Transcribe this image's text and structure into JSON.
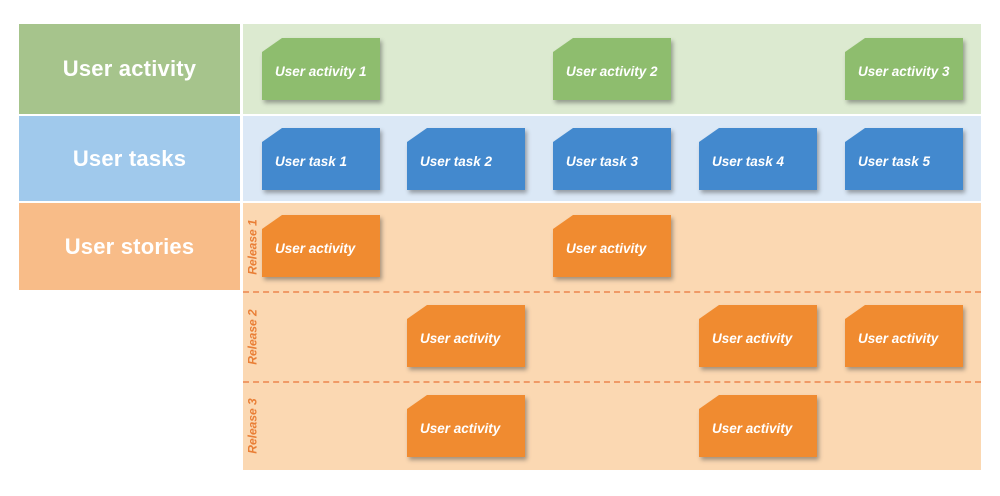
{
  "row_labels": {
    "activity": "User activity",
    "tasks": "User tasks",
    "stories": "User stories"
  },
  "activities": [
    {
      "label": "User activity 1"
    },
    {
      "label": "User activity 2"
    },
    {
      "label": "User activity 3"
    }
  ],
  "tasks": [
    {
      "label": "User task 1"
    },
    {
      "label": "User task 2"
    },
    {
      "label": "User task 3"
    },
    {
      "label": "User task 4"
    },
    {
      "label": "User task 5"
    }
  ],
  "releases": [
    {
      "label": "Release 1",
      "stories": [
        {
          "label": "User activity"
        },
        {
          "label": "User activity"
        }
      ]
    },
    {
      "label": "Release 2",
      "stories": [
        {
          "label": "User activity"
        },
        {
          "label": "User activity"
        },
        {
          "label": "User activity"
        }
      ]
    },
    {
      "label": "Release 3",
      "stories": [
        {
          "label": "User activity"
        },
        {
          "label": "User activity"
        }
      ]
    }
  ],
  "colors": {
    "activity_label_bg": "#a6c48c",
    "activity_band_bg": "#dcead0",
    "activity_card": "#8ebd6e",
    "tasks_label_bg": "#a0c9ec",
    "tasks_band_bg": "#dbe8f6",
    "task_card": "#4389ce",
    "stories_label_bg": "#f8bc88",
    "stories_band_bg": "#fbd8b2",
    "story_card": "#f08b30",
    "release_text": "#e97e35",
    "divider": "#f09a66"
  }
}
